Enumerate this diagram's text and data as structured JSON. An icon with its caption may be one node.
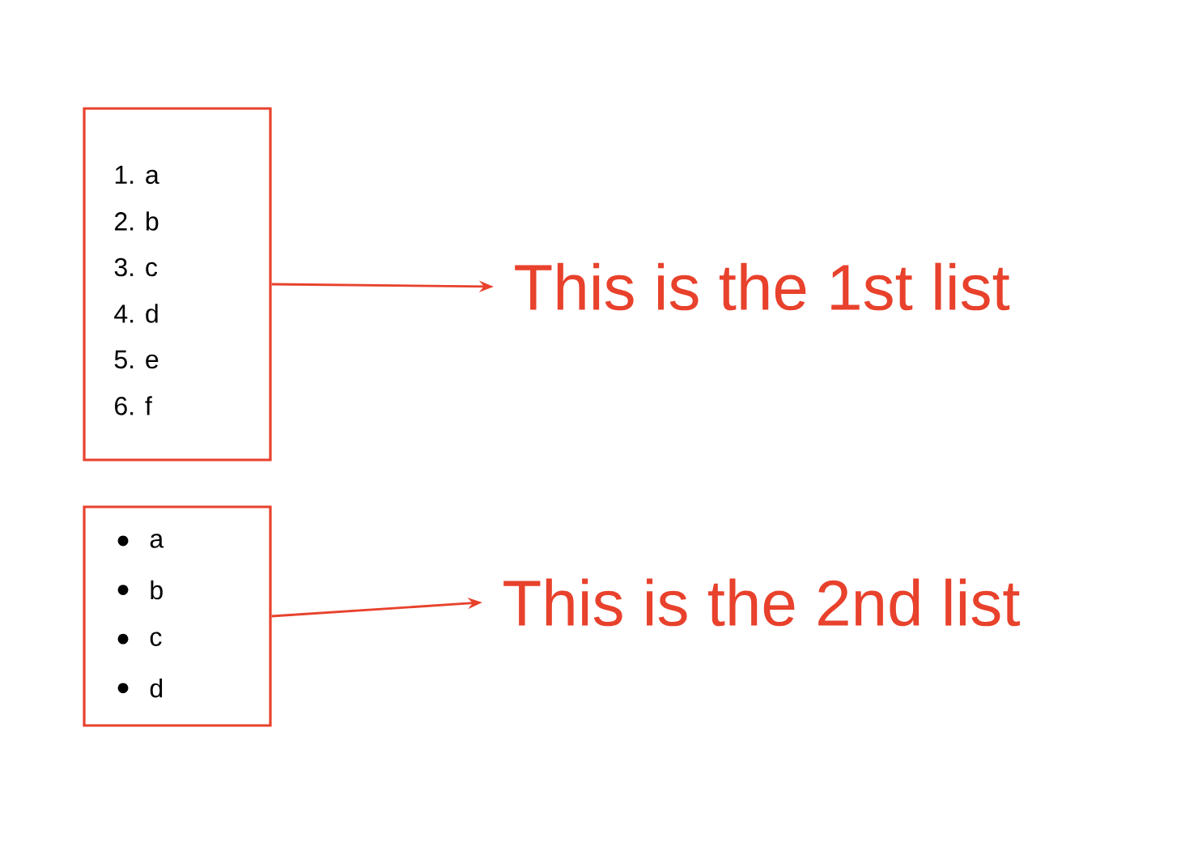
{
  "diagram": {
    "nodes": [
      {
        "text": [
          "1. a",
          "2. b",
          "3. c",
          "4. d",
          "5. e",
          "6. f"
        ]
      },
      {
        "text": [
          "This is the 1st list"
        ]
      },
      {
        "text": [
          "a",
          "b",
          "c",
          "d"
        ]
      },
      {
        "text": [
          "This is the 2nd list"
        ]
      }
    ],
    "edges": [
      {
        "from": 0,
        "to": 1,
        "arrow": "to"
      },
      {
        "from": 2,
        "to": 3,
        "arrow": "to"
      }
    ]
  }
}
